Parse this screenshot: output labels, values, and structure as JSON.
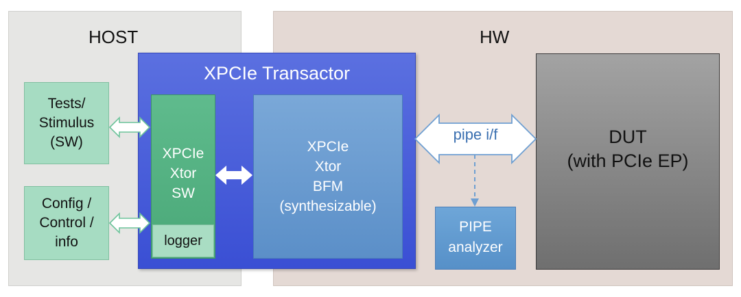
{
  "regions": {
    "host_title": "HOST",
    "hw_title": "HW"
  },
  "transactor": {
    "title": "XPCIe Transactor",
    "sw_block": "XPCIe\nXtor\nSW",
    "logger": "logger",
    "bfm_block": "XPCIe\nXtor\nBFM\n(synthesizable)"
  },
  "host_blocks": {
    "tests": "Tests/\nStimulus\n(SW)",
    "config": "Config /\nControl /\ninfo"
  },
  "interface": {
    "pipe_label": "pipe i/f"
  },
  "pipe_analyzer": "PIPE\nanalyzer",
  "dut": "DUT\n(with PCIe EP)",
  "colors": {
    "host_bg": "#e6e6e4",
    "hw_bg": "#e4d9d4",
    "transactor_blue": "#4a5fdb",
    "sw_green": "#55b384",
    "light_green": "#a6dcc2",
    "bfm_blue": "#6b9bd0",
    "dut_gray": "#888888"
  }
}
